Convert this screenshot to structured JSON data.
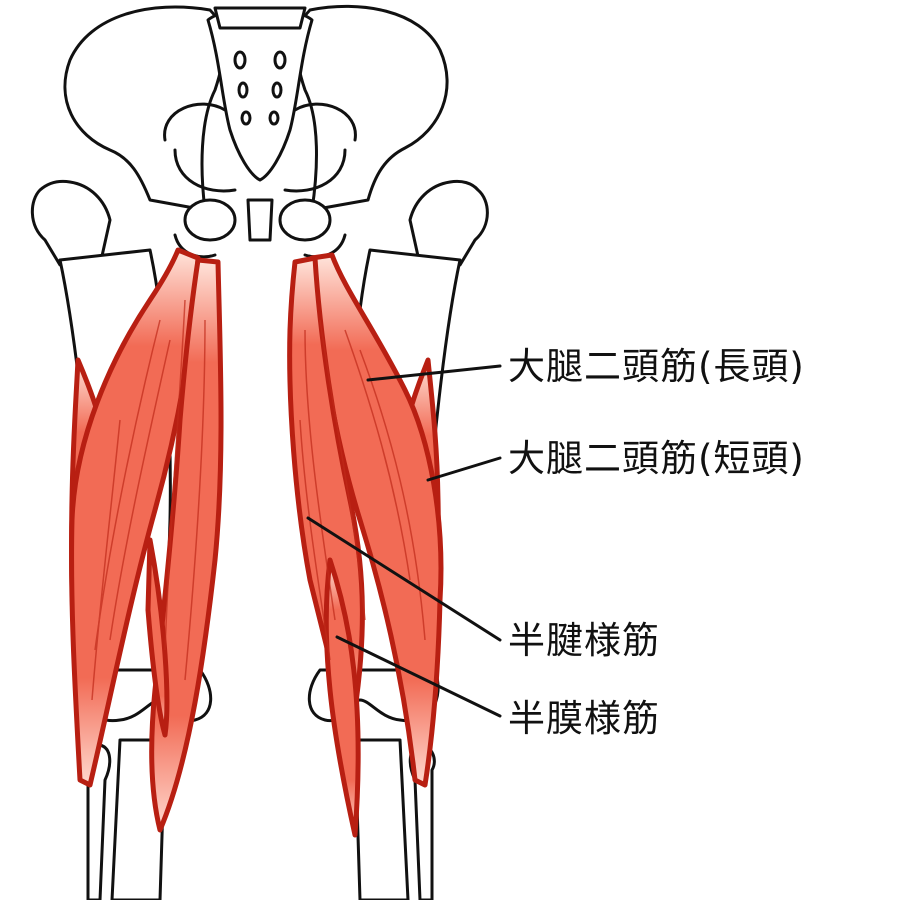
{
  "labels": [
    {
      "id": "biceps-femoris-long-head",
      "text": "大腿二頭筋(長頭)"
    },
    {
      "id": "biceps-femoris-short-head",
      "text": "大腿二頭筋(短頭)"
    },
    {
      "id": "semitendinosus",
      "text": "半腱様筋"
    },
    {
      "id": "semimembranosus",
      "text": "半膜様筋"
    }
  ],
  "colors": {
    "muscle_fill": "#f26b55",
    "muscle_outline": "#b81f12",
    "muscle_highlight": "#ffd9cf",
    "bone_outline": "#111111",
    "background": "#ffffff"
  }
}
